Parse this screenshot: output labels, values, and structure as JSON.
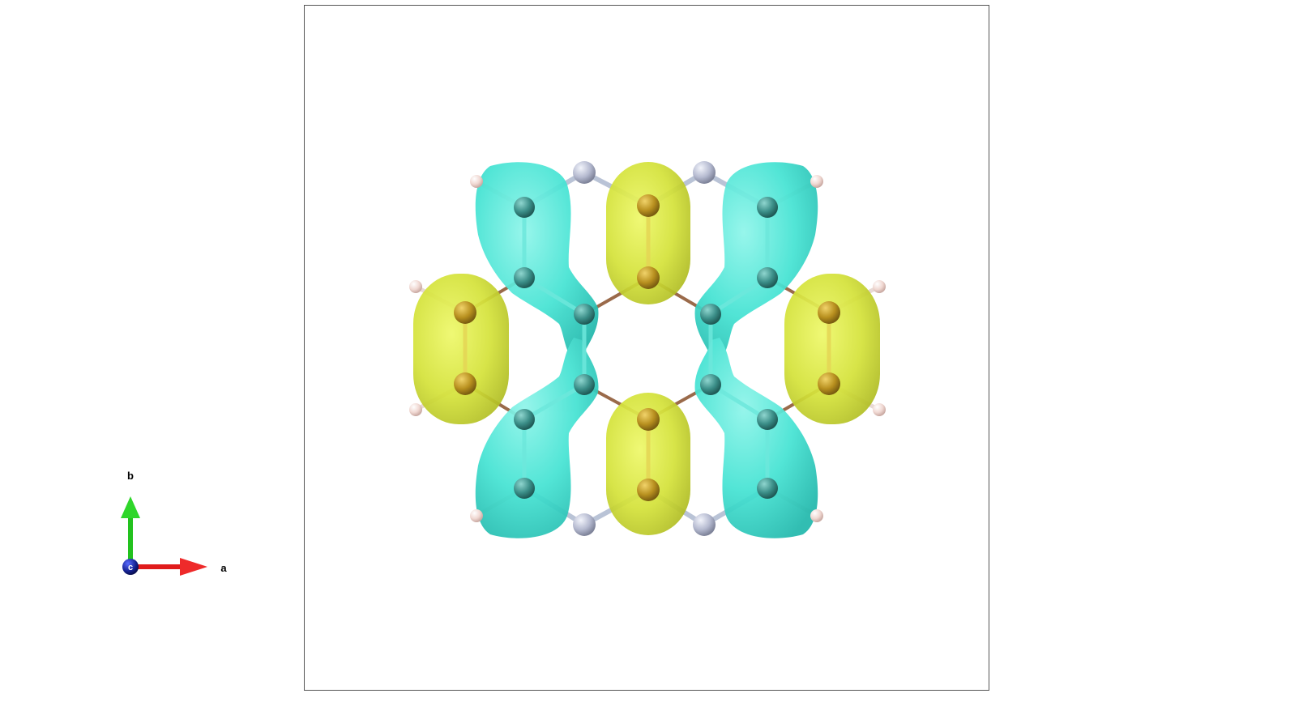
{
  "axes": {
    "a_label": "a",
    "b_label": "b",
    "c_label": "c"
  },
  "colors": {
    "positive_lobe": "#d9e63c",
    "negative_lobe": "#3fe0cf",
    "carbon_atom": "#3d8f8a",
    "boron_atom": "#b08b1f",
    "nitrogen_atom": "#b7bccf",
    "hydrogen_atom": "#f3dcd6",
    "bond": "#9a6a4a",
    "frame": "#555555",
    "axis_a": "#e01b1b",
    "axis_b": "#22c21e",
    "axis_c": "#1a2a9a"
  }
}
